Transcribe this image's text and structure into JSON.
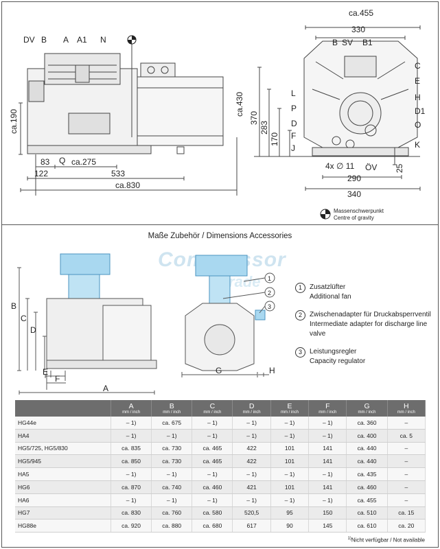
{
  "top_labels": {
    "DV": "DV",
    "B": "B",
    "A": "A",
    "A1": "A1",
    "N": "N",
    "Q": "Q",
    "B_r": "B",
    "SV": "SV",
    "B1": "B1",
    "C": "C",
    "E": "E",
    "H": "H",
    "D1": "D1",
    "O": "O",
    "K": "K",
    "L": "L",
    "P": "P",
    "D": "D",
    "F": "F",
    "J": "J",
    "OV": "ÖV"
  },
  "top_dims": {
    "d190": "ca.190",
    "d83": "83",
    "d275": "ca.275",
    "d122": "122",
    "d533": "533",
    "d830": "ca.830",
    "d455": "ca.455",
    "d330": "330",
    "d430": "ca.430",
    "d370": "370",
    "d283": "283",
    "d170": "170",
    "d11": "4x ∅ 11",
    "d25": "25",
    "d290": "290",
    "d340": "340"
  },
  "cog": {
    "line1": "Massenschwerpunkt",
    "line2": "Centre of gravity"
  },
  "section_title": "Maße Zubehör / Dimensions Accessories",
  "acc_labels": {
    "B": "B",
    "C": "C",
    "D": "D",
    "E": "E",
    "F": "F",
    "A": "A",
    "G": "G",
    "H": "H",
    "n1": "1",
    "n2": "2",
    "n3": "3"
  },
  "legend": [
    {
      "num": "1",
      "de": "Zusatzlüfter",
      "en": "Additional fan"
    },
    {
      "num": "2",
      "de": "Zwischenadapter für Druckabsperrventil",
      "en": "Intermediate adapter for discharge line valve"
    },
    {
      "num": "3",
      "de": "Leistungsregler",
      "en": "Capacity regulator"
    }
  ],
  "watermark": {
    "line1": "Compressor",
    "line2": "Trade"
  },
  "table": {
    "unit": "mm / inch",
    "headers": [
      "A",
      "B",
      "C",
      "D",
      "E",
      "F",
      "G",
      "H"
    ],
    "rows": [
      {
        "model": "HG44e",
        "vals": [
          "– 1)",
          "ca. 675",
          "– 1)",
          "– 1)",
          "– 1)",
          "– 1)",
          "ca. 360",
          "–"
        ]
      },
      {
        "model": "HA4",
        "vals": [
          "– 1)",
          "– 1)",
          "– 1)",
          "– 1)",
          "– 1)",
          "– 1)",
          "ca. 400",
          "ca. 5"
        ]
      },
      {
        "model": "HG5/725, HG5/830",
        "vals": [
          "ca. 835",
          "ca. 730",
          "ca. 465",
          "422",
          "101",
          "141",
          "ca. 440",
          "–"
        ]
      },
      {
        "model": "HG5/945",
        "vals": [
          "ca. 850",
          "ca. 730",
          "ca. 465",
          "422",
          "101",
          "141",
          "ca. 440",
          "–"
        ]
      },
      {
        "model": "HA5",
        "vals": [
          "– 1)",
          "– 1)",
          "– 1)",
          "– 1)",
          "– 1)",
          "– 1)",
          "ca. 435",
          "–"
        ]
      },
      {
        "model": "HG6",
        "vals": [
          "ca. 870",
          "ca. 740",
          "ca. 460",
          "421",
          "101",
          "141",
          "ca. 460",
          "–"
        ]
      },
      {
        "model": "HA6",
        "vals": [
          "– 1)",
          "– 1)",
          "– 1)",
          "– 1)",
          "– 1)",
          "– 1)",
          "ca. 455",
          "–"
        ]
      },
      {
        "model": "HG7",
        "vals": [
          "ca. 830",
          "ca. 760",
          "ca. 580",
          "520,5",
          "95",
          "150",
          "ca. 510",
          "ca. 15"
        ]
      },
      {
        "model": "HG88e",
        "vals": [
          "ca. 920",
          "ca. 880",
          "ca. 680",
          "617",
          "90",
          "145",
          "ca. 610",
          "ca. 20"
        ]
      }
    ]
  },
  "footnote": {
    "sup": "1)",
    "text": "Nicht verfügbar / Not available"
  }
}
